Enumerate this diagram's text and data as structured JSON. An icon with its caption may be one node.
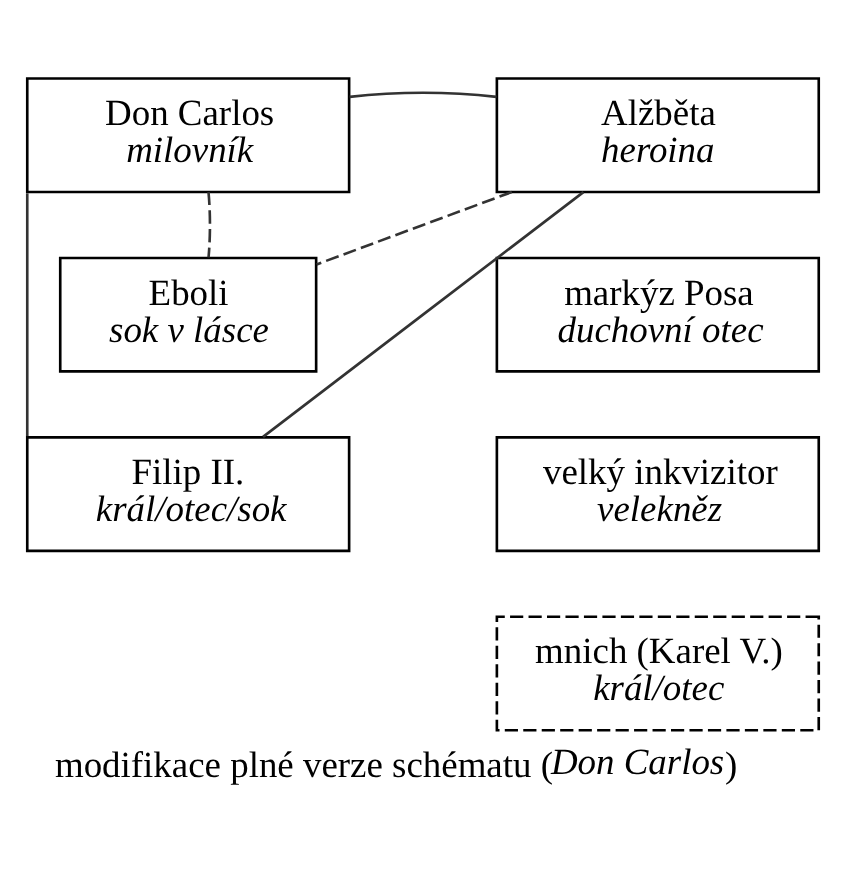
{
  "diagram": {
    "caption": "modifikace plné verze schématu (*Don Carlos*)",
    "nodes": [
      {
        "text": [
          "Don Carlos",
          "milovník"
        ]
      },
      {
        "text": [
          "Alžběta",
          "heroina"
        ]
      },
      {
        "text": [
          "Eboli",
          "sok v lásce"
        ]
      },
      {
        "text": [
          "markýz Posa",
          "duchovní otec"
        ]
      },
      {
        "text": [
          "Filip II.",
          "král/otec/sok"
        ]
      },
      {
        "text": [
          "velký inkvizitor",
          "velekněz"
        ]
      },
      {
        "text": [
          "mnich (Karel V.)",
          "král/otec"
        ]
      }
    ],
    "edges": [
      {
        "from": 0,
        "to": 1,
        "arrow": "none"
      },
      {
        "from": 0,
        "to": 2,
        "arrow": "none",
        "style": "dashed"
      },
      {
        "from": 1,
        "to": 2,
        "arrow": "none",
        "style": "dashed"
      },
      {
        "from": 0,
        "to": 4,
        "arrow": "none"
      },
      {
        "from": 1,
        "to": 4,
        "arrow": "none"
      }
    ]
  }
}
